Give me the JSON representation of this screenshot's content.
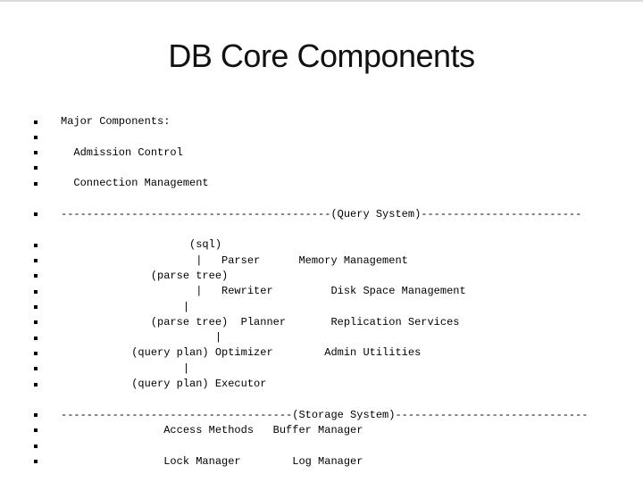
{
  "slide": {
    "title": "DB Core Components",
    "colors": {
      "background": "#ffffff",
      "title_text": "#111111",
      "body_text": "#000000",
      "bullet": "#000000",
      "top_edge": "#d9d9d9"
    },
    "bullet_icon": "small-black-square",
    "rows": [
      {
        "bullet": true,
        "text": "Major Components:"
      },
      {
        "bullet": true,
        "text": ""
      },
      {
        "bullet": true,
        "text": "  Admission Control"
      },
      {
        "bullet": true,
        "text": ""
      },
      {
        "bullet": true,
        "text": "  Connection Management"
      },
      {
        "bullet": false,
        "text": ""
      },
      {
        "bullet": true,
        "text": "------------------------------------------(Query System)-------------------------"
      },
      {
        "bullet": false,
        "text": ""
      },
      {
        "bullet": true,
        "text": "                    (sql)"
      },
      {
        "bullet": true,
        "text": "                     |   Parser      Memory Management"
      },
      {
        "bullet": true,
        "text": "              (parse tree)"
      },
      {
        "bullet": true,
        "text": "                     |   Rewriter         Disk Space Management"
      },
      {
        "bullet": true,
        "text": "                   |"
      },
      {
        "bullet": true,
        "text": "              (parse tree)  Planner       Replication Services"
      },
      {
        "bullet": true,
        "text": "                        |"
      },
      {
        "bullet": true,
        "text": "           (query plan) Optimizer        Admin Utilities"
      },
      {
        "bullet": true,
        "text": "                   |"
      },
      {
        "bullet": true,
        "text": "           (query plan) Executor"
      },
      {
        "bullet": false,
        "text": ""
      },
      {
        "bullet": true,
        "text": "------------------------------------(Storage System)------------------------------"
      },
      {
        "bullet": true,
        "text": "                Access Methods   Buffer Manager"
      },
      {
        "bullet": true,
        "text": ""
      },
      {
        "bullet": true,
        "text": "                Lock Manager        Log Manager"
      }
    ]
  }
}
